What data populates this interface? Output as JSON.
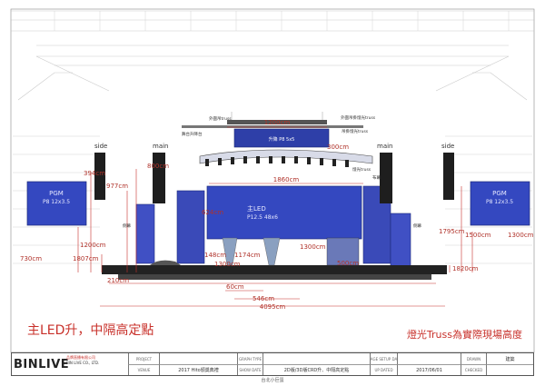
{
  "note_left": "主LED升，中隔高定點",
  "note_right": "燈光Truss為實際現場高度",
  "screens": {
    "left_pgm": {
      "title": "PGM",
      "spec": "P8 12x3.5"
    },
    "right_pgm": {
      "title": "PGM",
      "spec": "P8 12x3.5"
    },
    "center_led": {
      "title": "主LED",
      "spec": "P12.5 48x6"
    },
    "top_sign": "升降 P8 5x5"
  },
  "labels": {
    "side_left": "side",
    "main_left": "main",
    "main_right": "main",
    "side_right": "side",
    "truss_top": "外圍吊truss",
    "truss_right_label": "吊掛燈光truss",
    "truss_right_label2": "外圍吊掛燈光truss",
    "elevator_left": "舞台升降台",
    "center_note": "燈光truss",
    "mid_note": "布幕",
    "side_tag_left": "側幕",
    "side_tag_right": "側幕"
  },
  "dimensions": {
    "top_width": "1200cm",
    "stage_top_right": "300cm",
    "led_width": "1860cm",
    "h_394": "394cm",
    "h_800": "800cm",
    "h_977": "977cm",
    "h_1200": "1200cm",
    "h_1807": "1807cm",
    "h_730": "730cm",
    "h_210": "210cm",
    "h_624": "624cm",
    "h_148": "148cm",
    "h_1174": "1174cm",
    "h_1300_left": "1300cm",
    "h_1300_mid": "1300cm",
    "h_500": "500cm",
    "h_60": "60cm",
    "h_546": "546cm",
    "h_4095": "4095cm",
    "h_1795": "1795cm",
    "h_1500": "1500cm",
    "h_1300_right": "1300cm",
    "h_1820": "1820cm"
  },
  "title_block": {
    "logo": "BINLIVE",
    "company_line1": "品牌直播有限公司",
    "company_line2": "BIN LIVE CO., LTD.",
    "project_h": "PROJECT",
    "project_v": "",
    "venue_h": "VENUE",
    "venue_v": "2017 Hito頒獎典禮",
    "graph_h": "GRAPH TYPE",
    "graph_v": "",
    "show_h": "SHOW DATE",
    "show_v": "2D版/3D版CRD升、中隔高定點",
    "stage_h": "STAGE SETUP DATE",
    "stage_v": "",
    "update_h": "UP DATED",
    "update_v": "2017/06/01",
    "drawn_h": "DRAWN",
    "drawn_v": "建築",
    "check_h": "CHECKED",
    "check_v": ""
  },
  "caption": "台北小巨蛋"
}
